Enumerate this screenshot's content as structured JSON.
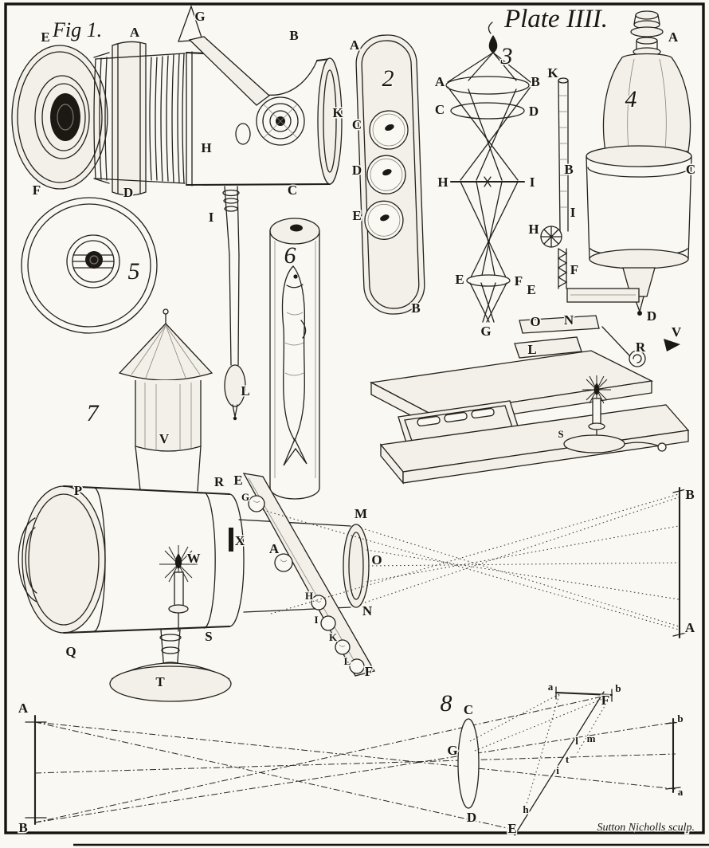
{
  "plate": {
    "title": "Plate IIII.",
    "signature": "Sutton Nicholls sculp."
  },
  "fig1": {
    "caption": "Fig 1.",
    "labels": {
      "E": "E",
      "A": "A",
      "G": "G",
      "B": "B",
      "K": "K",
      "F": "F",
      "D": "D",
      "C": "C",
      "H": "H",
      "I": "I",
      "L": "L"
    }
  },
  "fig2": {
    "number": "2",
    "labels": {
      "A": "A",
      "C": "C",
      "D": "D",
      "E": "E",
      "B": "B"
    }
  },
  "fig3": {
    "number": "3",
    "labels": {
      "A": "A",
      "B": "B",
      "C": "C",
      "D": "D",
      "H": "H",
      "I": "I",
      "E": "E",
      "F": "F",
      "G": "G"
    }
  },
  "fig4": {
    "number": "4",
    "labels": {
      "A": "A",
      "B": "B",
      "C": "C",
      "K": "K",
      "H": "H",
      "I": "I",
      "F": "F",
      "E": "E",
      "O": "O",
      "N": "N",
      "L": "L",
      "D": "D",
      "R": "R",
      "V": "V",
      "S": "S"
    }
  },
  "fig5": {
    "number": "5"
  },
  "fig6": {
    "number": "6"
  },
  "fig7": {
    "number": "7",
    "labels": {
      "V": "V",
      "P": "P",
      "R": "R",
      "X": "X",
      "W": "W",
      "Q": "Q",
      "S": "S",
      "T": "T",
      "E": "E",
      "G": "G",
      "A": "A",
      "M": "M",
      "O": "O",
      "N": "N",
      "H": "H",
      "I": "I",
      "K": "K",
      "L": "L",
      "F": "F",
      "B_screen": "B",
      "A_screen": "A"
    }
  },
  "fig8": {
    "number": "8",
    "labels": {
      "A": "A",
      "B": "B",
      "C": "C",
      "G": "G",
      "D": "D",
      "a_top": "a",
      "b_top": "b",
      "F": "F",
      "E": "E",
      "l": "l",
      "m": "m",
      "t": "t",
      "i": "i",
      "h": "h",
      "b_right": "b",
      "a_right": "a"
    }
  }
}
